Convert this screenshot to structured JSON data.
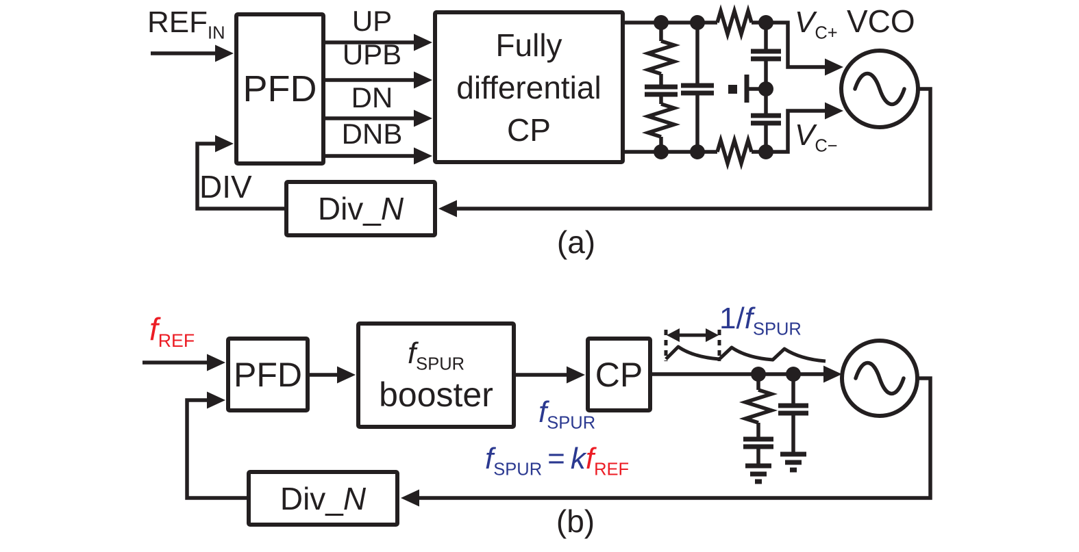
{
  "colors": {
    "ink": "#231f20",
    "blue": "#2b3990",
    "red": "#ec1c24",
    "background": "#ffffff"
  },
  "panel_a": {
    "caption": "(a)",
    "ref_input": {
      "text": "REF",
      "sub": "IN"
    },
    "pfd_label": "PFD",
    "signals": [
      "UP",
      "UPB",
      "DN",
      "DNB"
    ],
    "cp_lines": [
      "Fully",
      "differential",
      "CP"
    ],
    "vc_plus": {
      "text": "V",
      "sub": "C+"
    },
    "vc_minus": {
      "text": "V",
      "sub": "C−"
    },
    "vco_label": "VCO",
    "div_signal": "DIV",
    "divider": {
      "text": "Div_",
      "italic": "N"
    }
  },
  "panel_b": {
    "caption": "(b)",
    "ref_input": {
      "text": "f",
      "sub": "REF"
    },
    "pfd_label": "PFD",
    "booster": {
      "f": "f",
      "f_sub": "SPUR",
      "word": "booster"
    },
    "cp_label": "CP",
    "period_label": {
      "prefix": "1/",
      "f": "f",
      "sub": "SPUR"
    },
    "spur_label": {
      "f": "f",
      "sub": "SPUR"
    },
    "equation": {
      "lhs_f": "f",
      "lhs_sub": "SPUR",
      "equals": "=",
      "k": "k",
      "rhs_f": "f",
      "rhs_sub": "REF"
    },
    "divider": {
      "text": "Div_",
      "italic": "N"
    }
  }
}
